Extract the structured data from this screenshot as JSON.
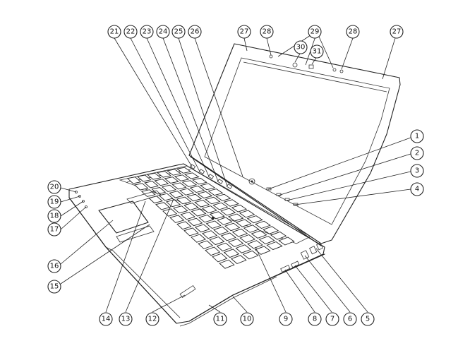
{
  "figure": {
    "callout_numbers": [
      "1",
      "2",
      "3",
      "4",
      "5",
      "6",
      "7",
      "8",
      "9",
      "10",
      "11",
      "12",
      "13",
      "14",
      "15",
      "16",
      "17",
      "18",
      "19",
      "20",
      "21",
      "22",
      "23",
      "24",
      "25",
      "26",
      "27",
      "28",
      "29",
      "30",
      "31"
    ]
  },
  "callouts": [
    {
      "label": "21"
    },
    {
      "label": "22"
    },
    {
      "label": "23"
    },
    {
      "label": "24"
    },
    {
      "label": "25"
    },
    {
      "label": "26"
    },
    {
      "label": "27"
    },
    {
      "label": "28"
    },
    {
      "label": "29"
    },
    {
      "label": "30"
    },
    {
      "label": "31"
    },
    {
      "label": "28"
    },
    {
      "label": "27"
    },
    {
      "label": "1"
    },
    {
      "label": "2"
    },
    {
      "label": "3"
    },
    {
      "label": "4"
    },
    {
      "label": "20"
    },
    {
      "label": "19"
    },
    {
      "label": "18"
    },
    {
      "label": "17"
    },
    {
      "label": "16"
    },
    {
      "label": "15"
    },
    {
      "label": "14"
    },
    {
      "label": "13"
    },
    {
      "label": "12"
    },
    {
      "label": "11"
    },
    {
      "label": "10"
    },
    {
      "label": "9"
    },
    {
      "label": "8"
    },
    {
      "label": "7"
    },
    {
      "label": "6"
    },
    {
      "label": "5"
    }
  ]
}
